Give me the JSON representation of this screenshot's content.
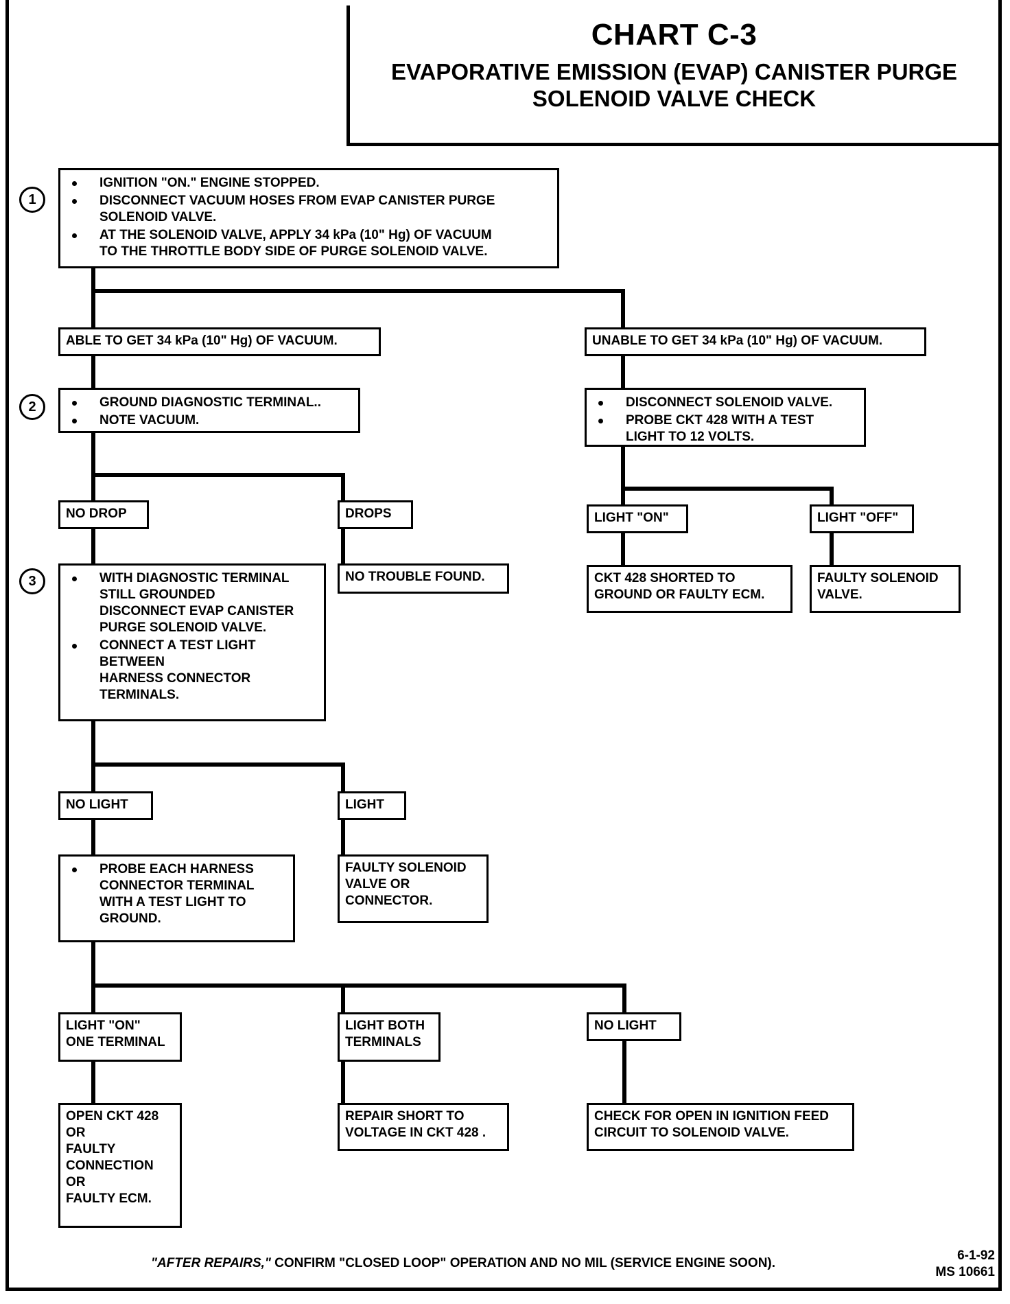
{
  "title": {
    "chart_id": "CHART C-3",
    "name_line1": "EVAPORATIVE EMISSION (EVAP) CANISTER PURGE",
    "name_line2": "SOLENOID VALVE CHECK"
  },
  "steps": {
    "one": "1",
    "two": "2",
    "three": "3"
  },
  "step1": {
    "b1": "IGNITION \"ON.\"  ENGINE STOPPED.",
    "b2a": "DISCONNECT  VACUUM HOSES FROM EVAP CANISTER PURGE",
    "b2b": "SOLENOID VALVE.",
    "b3a": "AT THE SOLENOID VALVE,  APPLY 34 kPa (10\" Hg) OF VACUUM",
    "b3b": "TO THE THROTTLE BODY SIDE OF PURGE SOLENOID VALVE."
  },
  "branch_able": "ABLE TO GET 34 kPa (10\" Hg) OF VACUUM.",
  "branch_unable": "UNABLE TO GET 34 kPa (10\" Hg) OF VACUUM.",
  "step2_left": {
    "b1": "GROUND DIAGNOSTIC TERMINAL..",
    "b2": "NOTE VACUUM."
  },
  "step2_right": {
    "b1": "DISCONNECT SOLENOID VALVE.",
    "b2a": "PROBE CKT 428 WITH A TEST",
    "b2b": "LIGHT TO 12 VOLTS."
  },
  "labels": {
    "no_drop": "NO DROP",
    "drops": "DROPS",
    "light_on": "LIGHT \"ON\"",
    "light_off": "LIGHT \"OFF\"",
    "no_light": "NO LIGHT",
    "light": "LIGHT",
    "light_on_one_a": "LIGHT \"ON\"",
    "light_on_one_b": "ONE TERMINAL",
    "light_both_a": "LIGHT BOTH",
    "light_both_b": "TERMINALS",
    "no_light_3": "NO LIGHT"
  },
  "results": {
    "no_trouble": "NO TROUBLE FOUND.",
    "ckt_shorted_a": "CKT 428 SHORTED TO",
    "ckt_shorted_b": "GROUND OR FAULTY ECM.",
    "faulty_solenoid_a": "FAULTY SOLENOID",
    "faulty_solenoid_b": "VALVE.",
    "faulty_solenoid_conn_a": "FAULTY SOLENOID",
    "faulty_solenoid_conn_b": "VALVE OR",
    "faulty_solenoid_conn_c": "CONNECTOR.",
    "open_ckt_a": "OPEN CKT 428",
    "open_ckt_b": "OR",
    "open_ckt_c": "FAULTY",
    "open_ckt_d": "CONNECTION",
    "open_ckt_e": "OR",
    "open_ckt_f": "FAULTY ECM.",
    "repair_short_a": "REPAIR SHORT TO",
    "repair_short_b": "VOLTAGE IN CKT 428 .",
    "check_open_a": "CHECK FOR OPEN IN IGNITION FEED",
    "check_open_b": "CIRCUIT TO SOLENOID VALVE."
  },
  "step3": {
    "b1a": "WITH DIAGNOSTIC TERMINAL",
    "b1b": "STILL GROUNDED",
    "b1c": "DISCONNECT EVAP CANISTER",
    "b1d": "PURGE SOLENOID VALVE.",
    "b2a": "CONNECT A TEST LIGHT",
    "b2b": "BETWEEN",
    "b2c": "HARNESS CONNECTOR",
    "b2d": "TERMINALS."
  },
  "probe_harness": {
    "b1a": "PROBE EACH HARNESS",
    "b1b": "CONNECTOR TERMINAL",
    "b1c": "WITH A TEST LIGHT TO",
    "b1d": "GROUND."
  },
  "footer": {
    "note_quote1": "\"AFTER REPAIRS,\"",
    "note_rest": " CONFIRM \"CLOSED LOOP\" OPERATION AND NO MIL (SERVICE ENGINE SOON).",
    "date": "6-1-92",
    "code": "MS 10661"
  }
}
